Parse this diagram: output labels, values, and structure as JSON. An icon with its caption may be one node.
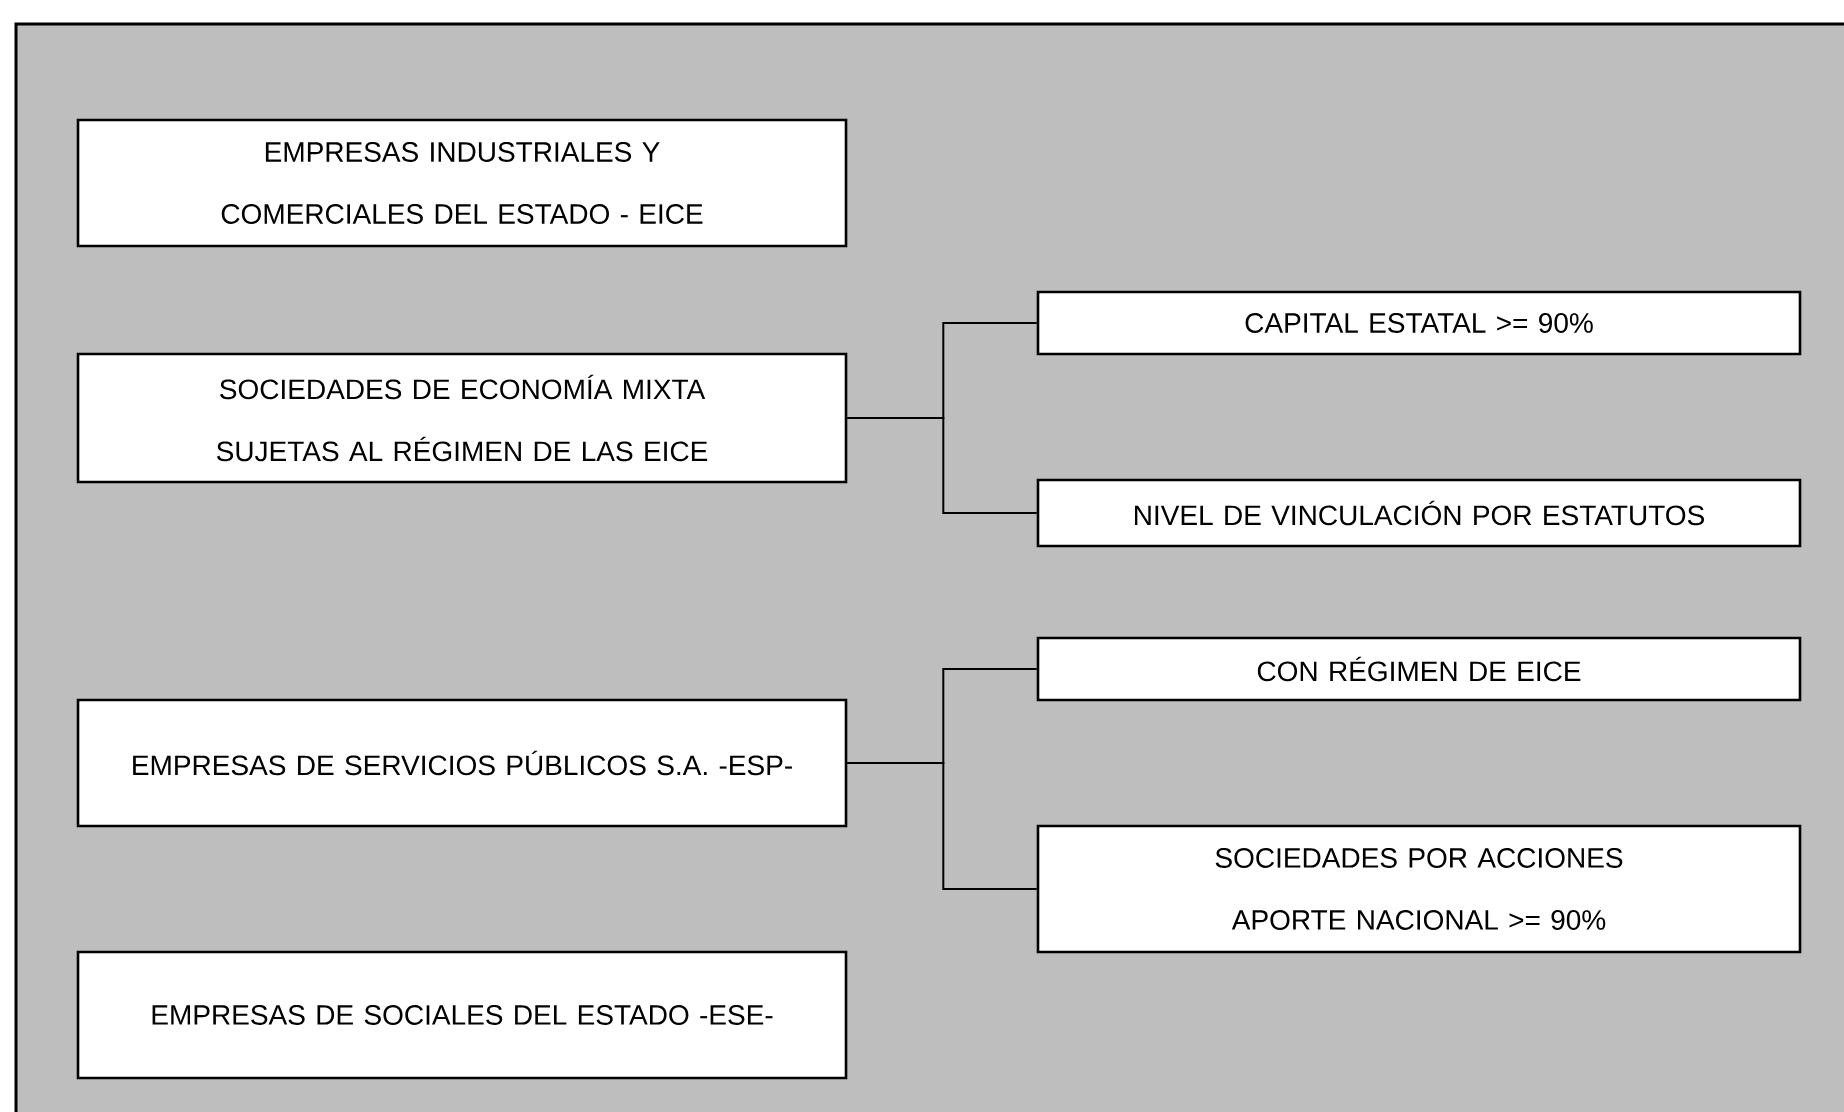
{
  "diagram": {
    "nodes": [
      {
        "text": [
          "EMPRESAS INDUSTRIALES Y COMERCIALES DEL ESTADO - EICE"
        ]
      },
      {
        "text": [
          "SOCIEDADES DE ECONOMÍA MIXTA SUJETAS AL RÉGIMEN DE LAS EICE"
        ]
      },
      {
        "text": [
          "CAPITAL ESTATAL >= 90%"
        ]
      },
      {
        "text": [
          "NIVEL DE VINCULACIÓN POR ESTATUTOS"
        ]
      },
      {
        "text": [
          "EMPRESAS DE SERVICIOS PÚBLICOS S.A. -ESP-"
        ]
      },
      {
        "text": [
          "CON RÉGIMEN DE EICE"
        ]
      },
      {
        "text": [
          "SOCIEDADES POR ACCIONES APORTE NACIONAL >= 90%"
        ]
      },
      {
        "text": [
          "EMPRESAS DE SOCIALES DEL ESTADO -ESE-"
        ]
      }
    ],
    "edges": [
      {
        "from": 1,
        "to": 2,
        "arrow": "none"
      },
      {
        "from": 1,
        "to": 3,
        "arrow": "none"
      },
      {
        "from": 4,
        "to": 5,
        "arrow": "none"
      },
      {
        "from": 4,
        "to": 6,
        "arrow": "none"
      }
    ]
  }
}
